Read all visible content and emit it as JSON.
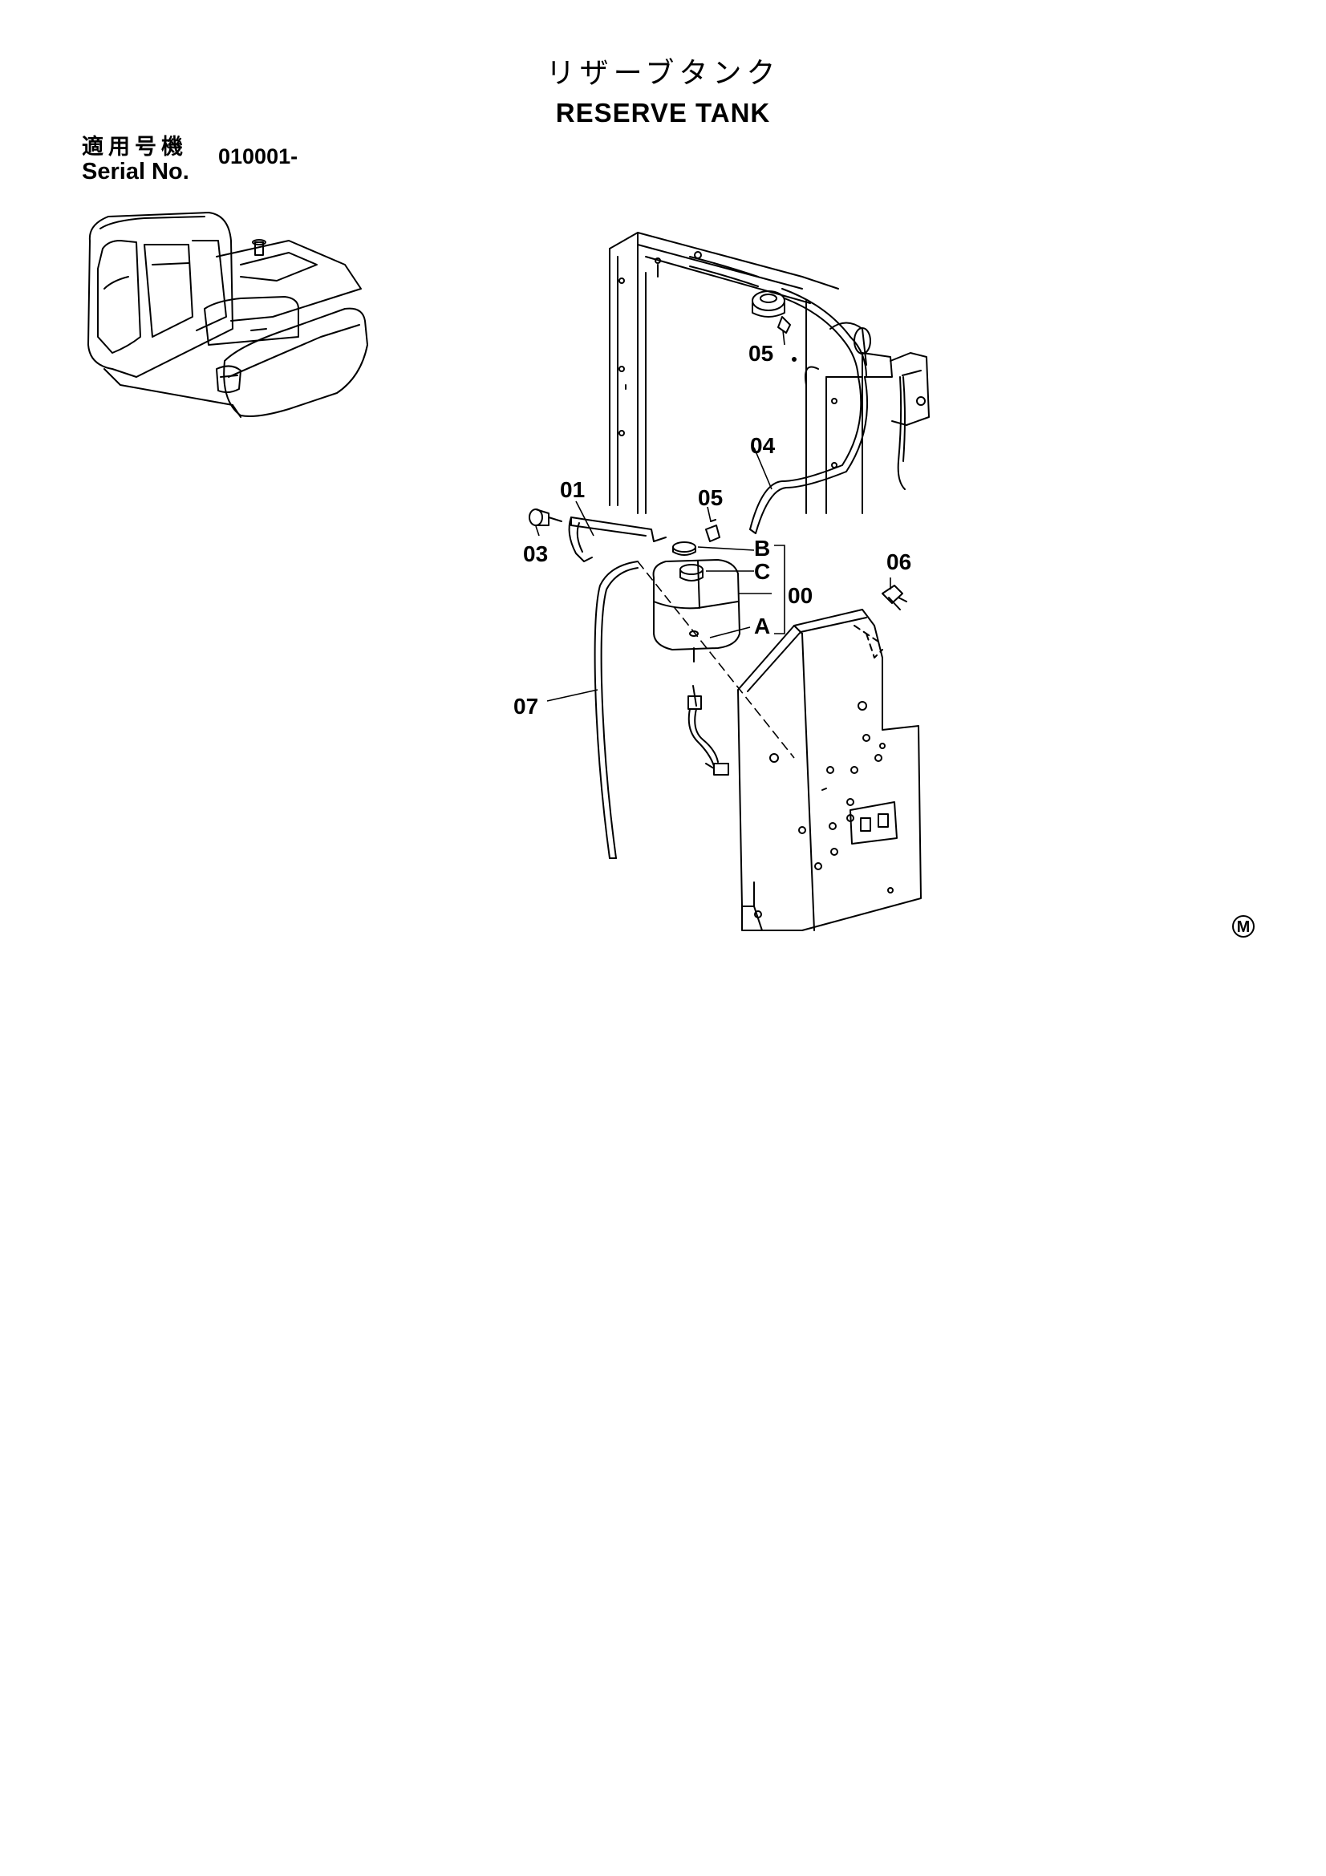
{
  "header": {
    "title_jp": "リザーブタンク",
    "title_en": "RESERVE TANK"
  },
  "serial": {
    "label_jp": "適用号機",
    "label_en": "Serial No.",
    "value": "010001-"
  },
  "callouts": {
    "c_00": "00",
    "c_01": "01",
    "c_03": "03",
    "c_04": "04",
    "c_05_top": "05",
    "c_05_mid": "05",
    "c_06": "06",
    "c_07": "07",
    "c_A": "A",
    "c_B": "B",
    "c_C": "C"
  },
  "footer": {
    "mark": "M"
  }
}
